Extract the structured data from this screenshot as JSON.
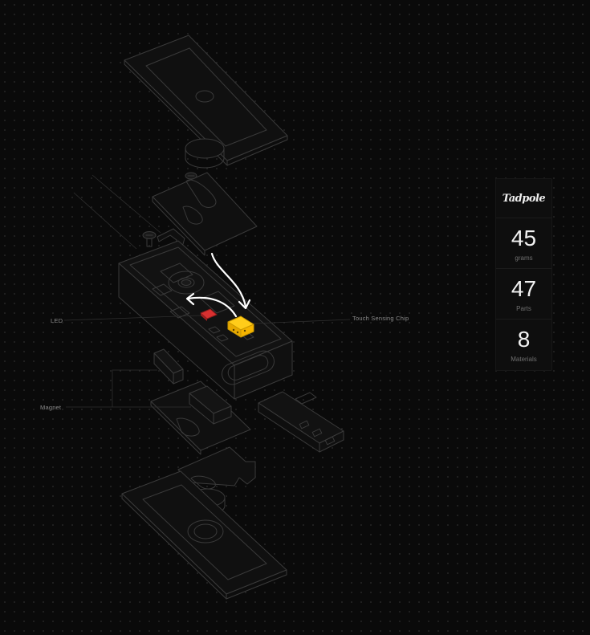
{
  "labels": {
    "led": "LED",
    "magnet": "Magnet",
    "chip": "Touch Sensing Chip"
  },
  "stats": {
    "brand": "Tadpole",
    "items": [
      {
        "value": "45",
        "unit": "grams"
      },
      {
        "value": "47",
        "unit": "Parts"
      },
      {
        "value": "8",
        "unit": "Materials"
      }
    ]
  },
  "colors": {
    "background": "#0a0a0a",
    "line": "#3a3a3a",
    "led": "#d93030",
    "chip": "#f5b400",
    "arrow": "#ffffff"
  }
}
